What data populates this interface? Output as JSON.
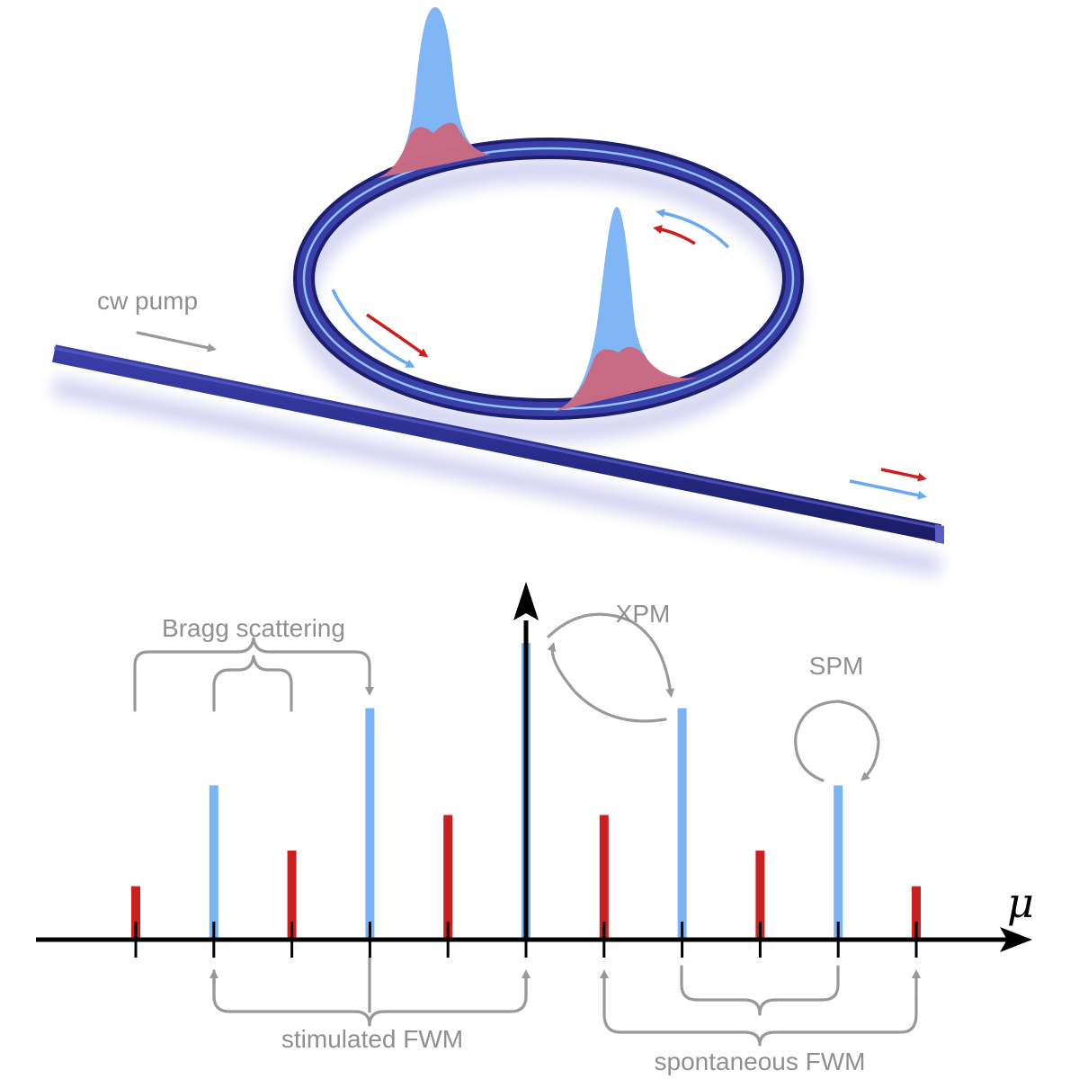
{
  "labels": {
    "pump": "cw pump",
    "bragg": "Bragg scattering",
    "xpm": "XPM",
    "spm": "SPM",
    "stimulated": "stimulated FWM",
    "spontaneous": "spontaneous FWM",
    "axis": "μ"
  },
  "colors": {
    "waveguide": "#2b2f8f",
    "pulse_blue": "#79b2f5",
    "pulse_red": "#d45f70",
    "line_red": "#cc1f1f",
    "line_blue": "#79b4f5",
    "annotation": "#999999"
  },
  "chart_data": {
    "type": "bar",
    "x": [
      -5,
      -4,
      -3,
      -2,
      -1,
      0,
      1,
      2,
      3,
      4,
      5
    ],
    "series": [
      {
        "color": "red",
        "x": [
          -5,
          -3,
          -1,
          1,
          3,
          5
        ],
        "values": [
          0.18,
          0.3,
          0.42,
          0.42,
          0.3,
          0.18
        ]
      },
      {
        "color": "blue",
        "x": [
          -4,
          -2,
          0,
          2,
          4
        ],
        "values": [
          0.52,
          0.78,
          1.0,
          0.78,
          0.52
        ]
      }
    ]
  }
}
